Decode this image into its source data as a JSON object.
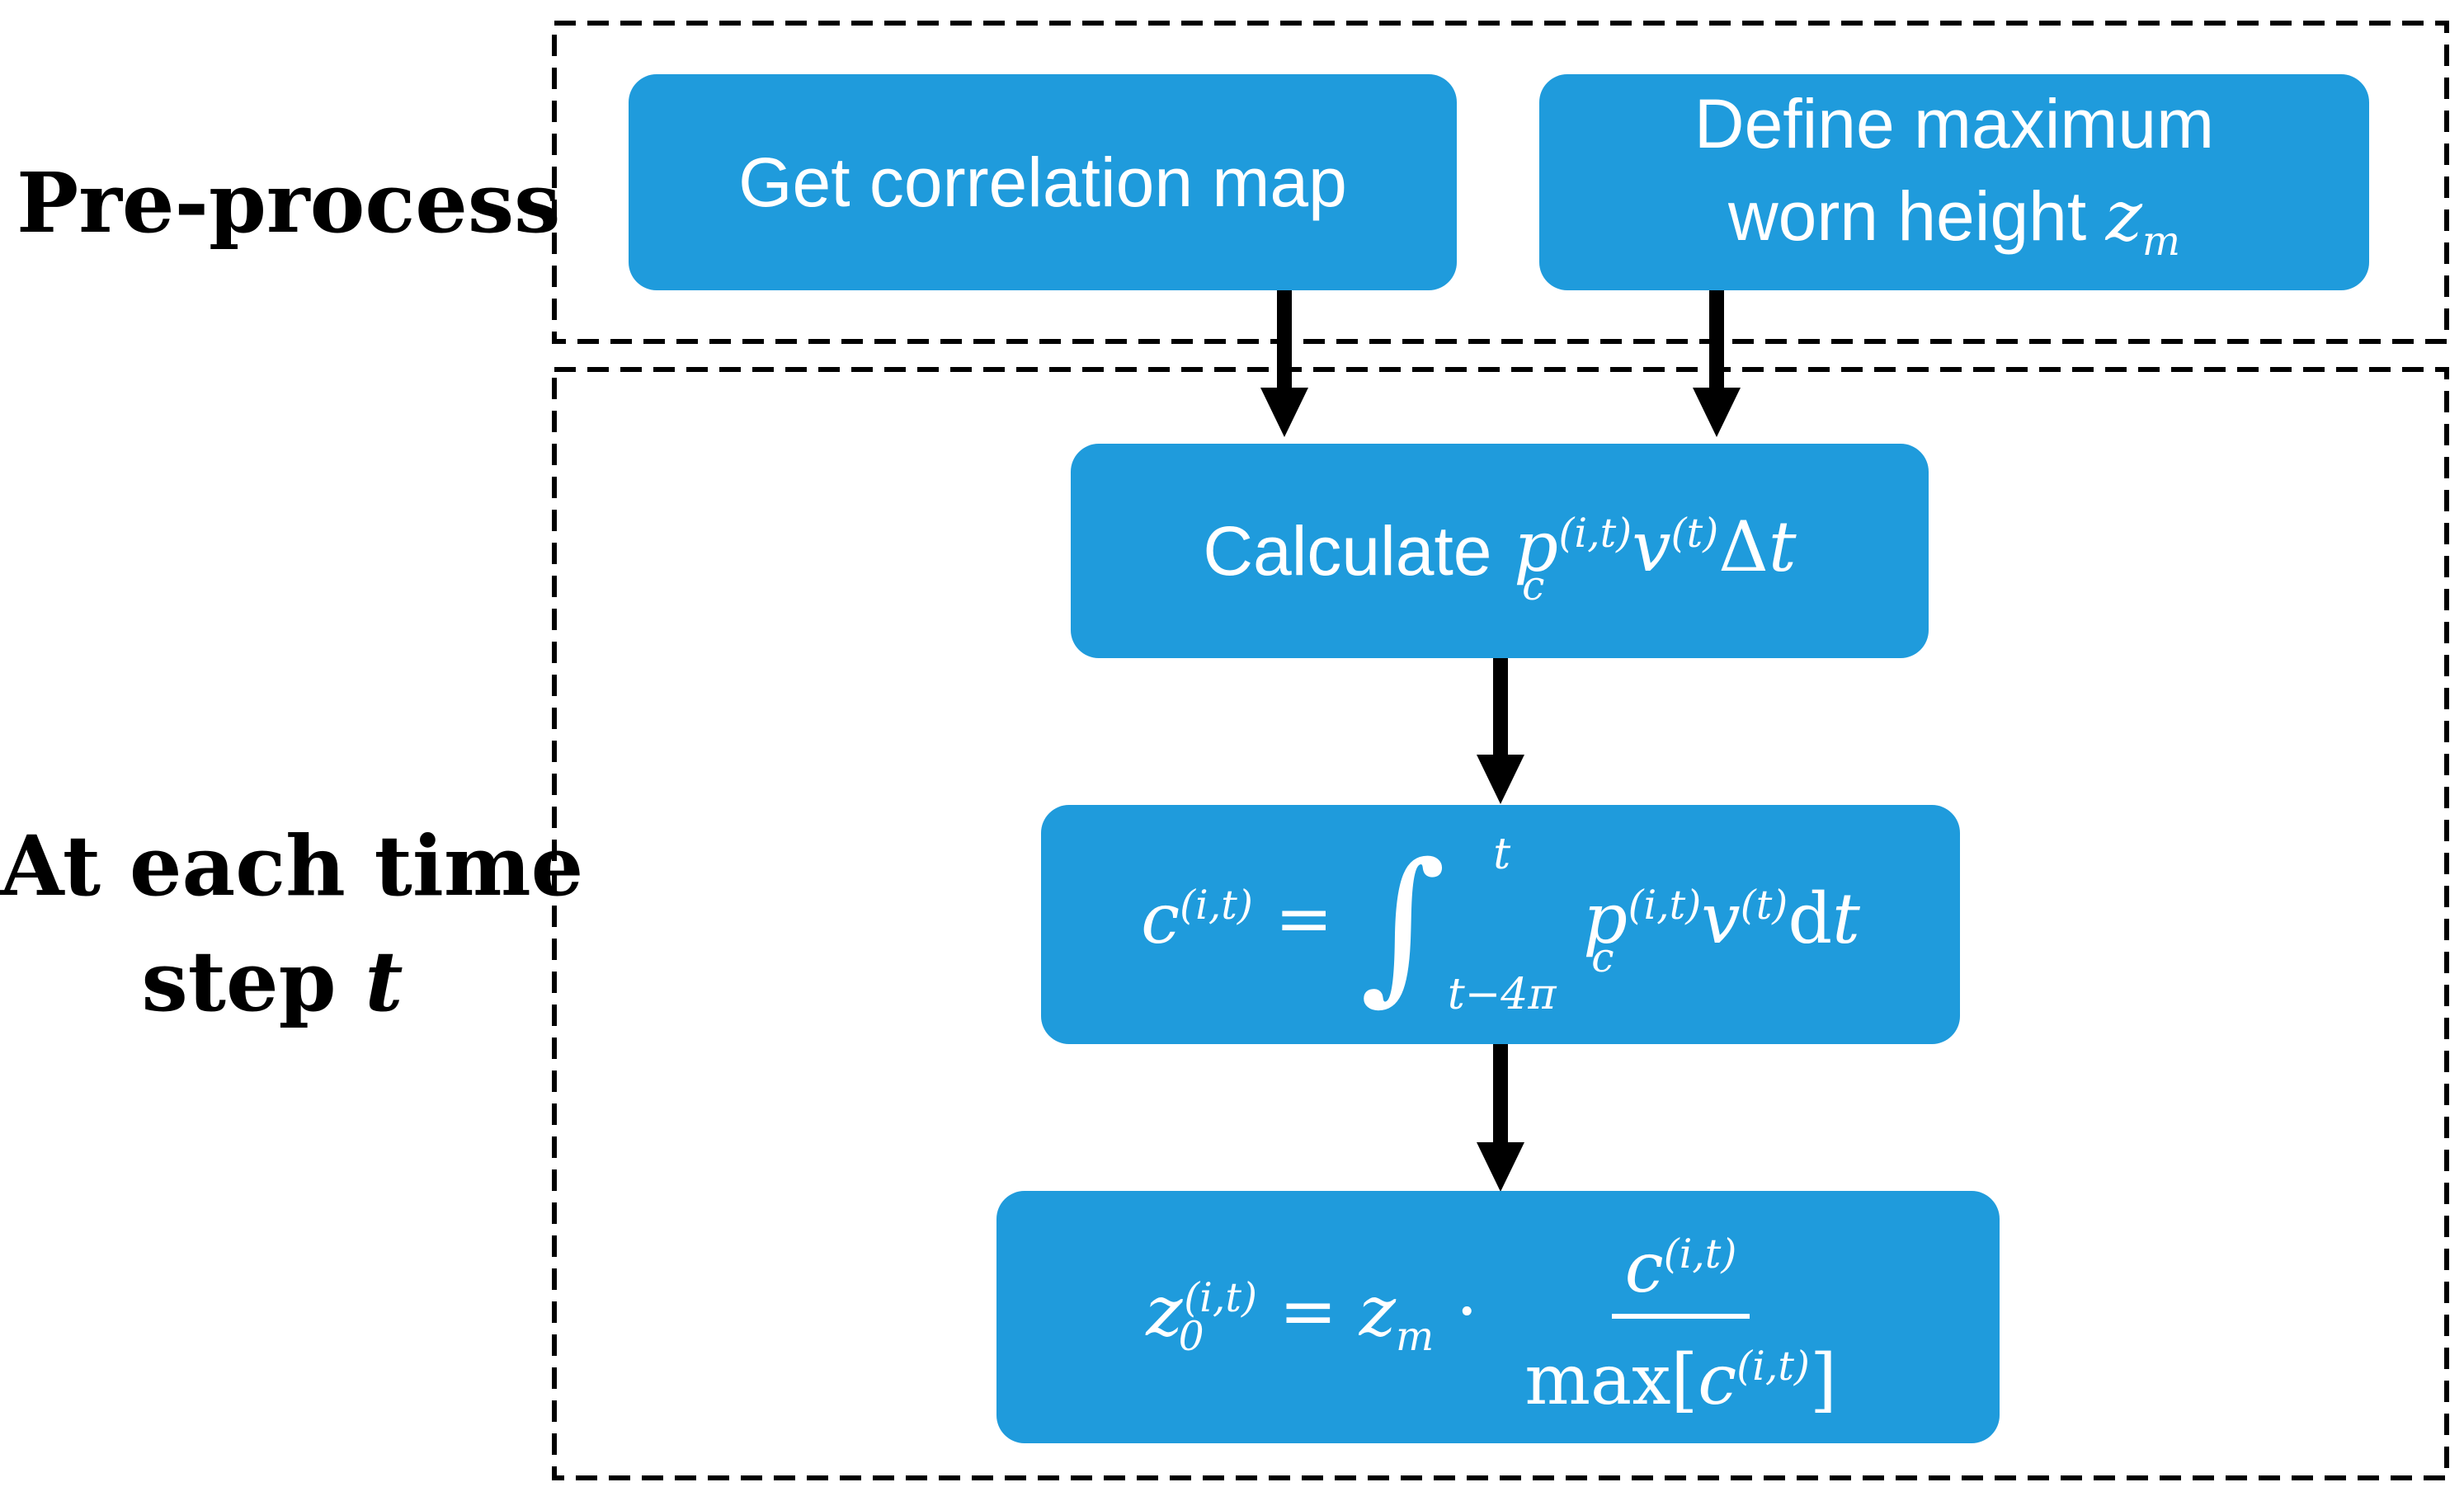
{
  "stages": {
    "preprocess": "Pre-process",
    "each_step_line1": "At each time",
    "each_step_line2_prefix": "step ",
    "each_step_var": "t"
  },
  "nodes": {
    "get_correlation_map": "Get correlation map",
    "define_max_line1": "Define maximum",
    "define_max_line2_prefix": "worn height ",
    "calculate_label": "Calculate "
  },
  "colors": {
    "box_fill": "#1f9bdc",
    "box_text": "#ffffff",
    "arrow": "#000000",
    "frame_stroke": "#000000"
  }
}
